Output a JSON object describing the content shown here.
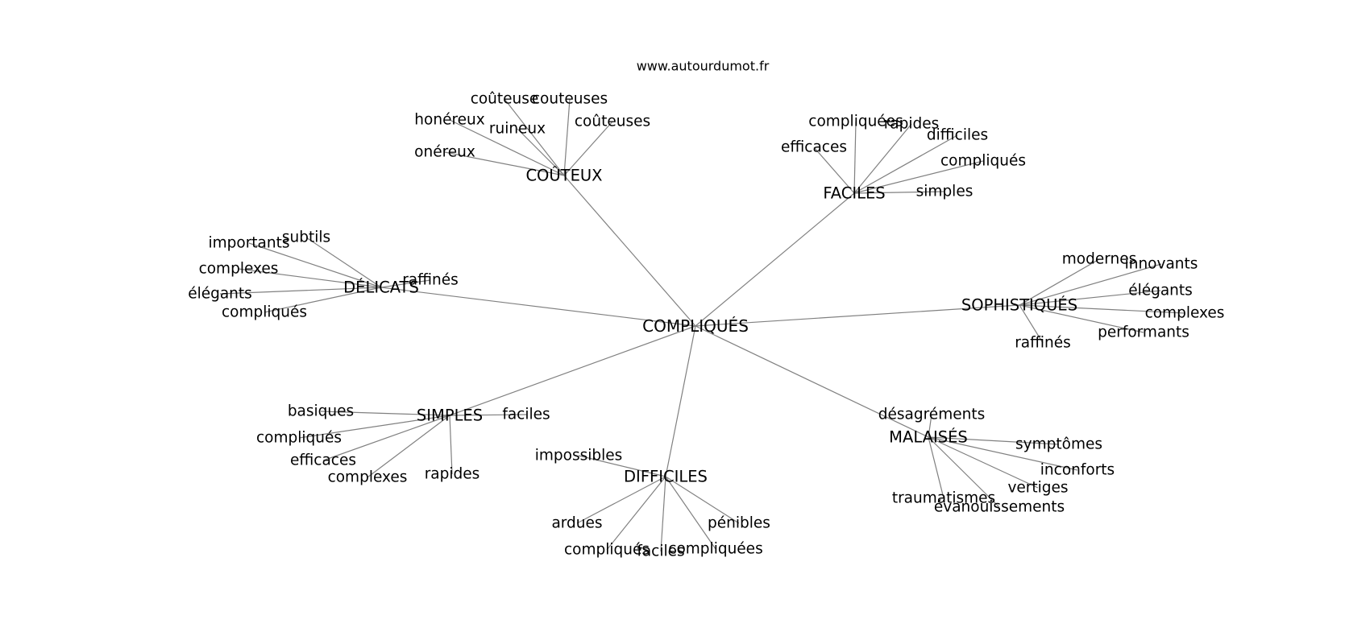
{
  "source": "www.autourdumot.fr",
  "center": "COMPLIQUÉS",
  "hubs": [
    {
      "key": "couteux",
      "label": "COÛTEUX",
      "leaves": [
        "coûteuse",
        "couteuses",
        "honéreux",
        "ruineux",
        "coûteuses",
        "onéreux"
      ]
    },
    {
      "key": "faciles",
      "label": "FACILES",
      "leaves": [
        "compliquées",
        "rapides",
        "difficiles",
        "efficaces",
        "compliqués",
        "simples"
      ]
    },
    {
      "key": "delicats",
      "label": "DÉLICATS",
      "leaves": [
        "subtils",
        "importants",
        "complexes",
        "raffinés",
        "élégants",
        "compliqués"
      ]
    },
    {
      "key": "sophistiques",
      "label": "SOPHISTIQUÉS",
      "leaves": [
        "modernes",
        "innovants",
        "élégants",
        "complexes",
        "performants",
        "raffinés"
      ]
    },
    {
      "key": "simples",
      "label": "SIMPLES",
      "leaves": [
        "basiques",
        "faciles",
        "compliqués",
        "efficaces",
        "complexes",
        "rapides"
      ]
    },
    {
      "key": "difficiles",
      "label": "DIFFICILES",
      "leaves": [
        "impossibles",
        "ardues",
        "pénibles",
        "compliqués",
        "faciles",
        "compliquées"
      ]
    },
    {
      "key": "malaises",
      "label": "MALAISÉS",
      "leaves": [
        "désagréments",
        "symptômes",
        "inconforts",
        "vertiges",
        "traumatismes",
        "évanouissements"
      ]
    }
  ]
}
